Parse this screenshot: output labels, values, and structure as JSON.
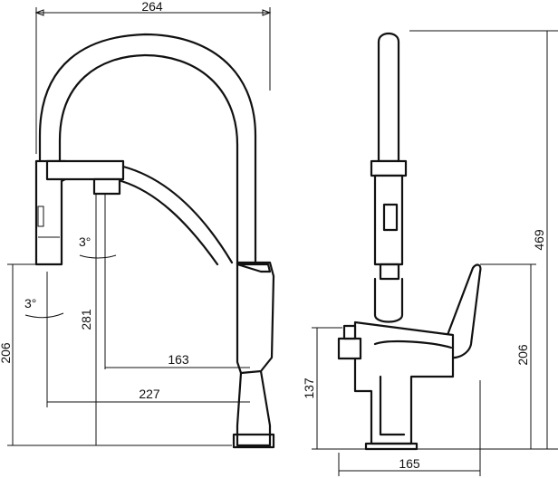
{
  "drawing": {
    "front_view": {
      "dim_top_width": "264",
      "dim_left_height": "206",
      "dim_spout_height": "281",
      "dim_reach_inner": "163",
      "dim_reach_outer": "227",
      "angle_upper": "3°",
      "angle_lower": "3°"
    },
    "side_view": {
      "dim_total_height": "469",
      "dim_right_height": "206",
      "dim_left_height": "137",
      "dim_base_width": "165"
    }
  }
}
